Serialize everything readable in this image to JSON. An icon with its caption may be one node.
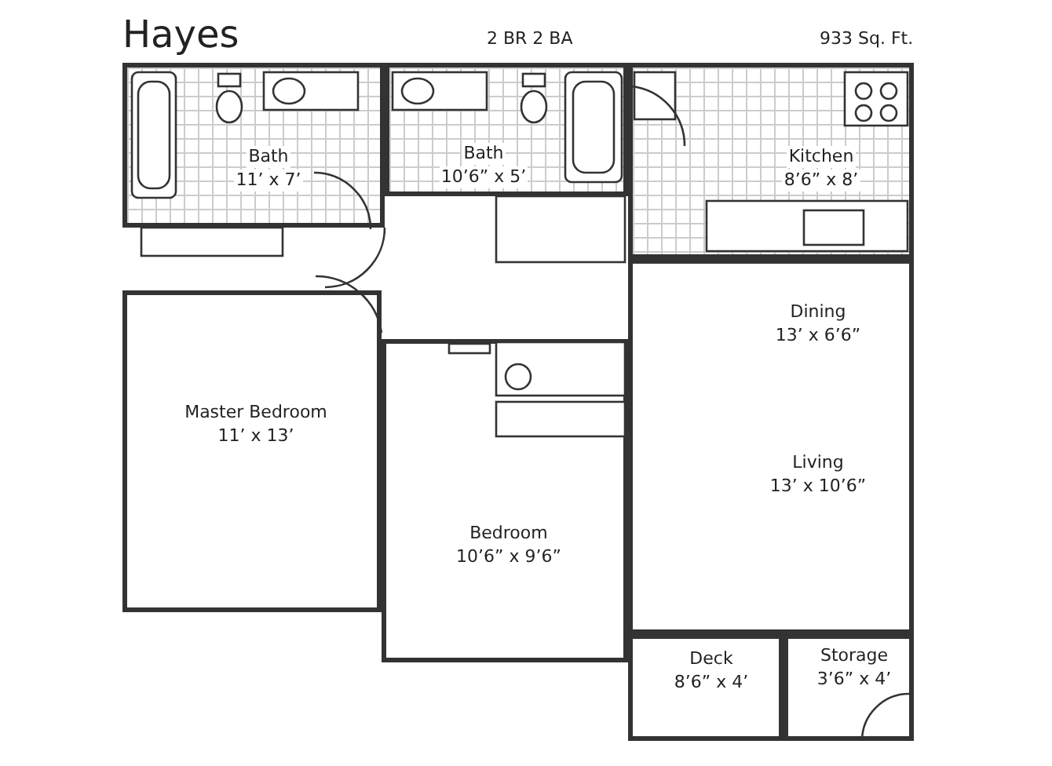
{
  "diagram": {
    "title": "Hayes",
    "nodes": [
      {
        "text": [
          "Bath",
          "11’ x 7’"
        ]
      },
      {
        "text": [
          "Bath",
          "10’6” x 5’"
        ]
      },
      {
        "text": [
          "Kitchen",
          "8’6” x 8’"
        ]
      },
      {
        "text": [
          "Master Bedroom",
          "11’ x 13’"
        ]
      },
      {
        "text": [
          "Bedroom",
          "10’6” x 9’6”"
        ]
      },
      {
        "text": [
          "Dining",
          "13’ x 6’6”",
          "Living",
          "13’ x 10’6”"
        ]
      },
      {
        "text": [
          "Deck",
          "8’6” x 4’"
        ]
      },
      {
        "text": [
          "Storage",
          "3’6” x 4’"
        ]
      }
    ],
    "labels": [
      "2 BR 2 BA",
      "933 Sq. Ft."
    ]
  }
}
